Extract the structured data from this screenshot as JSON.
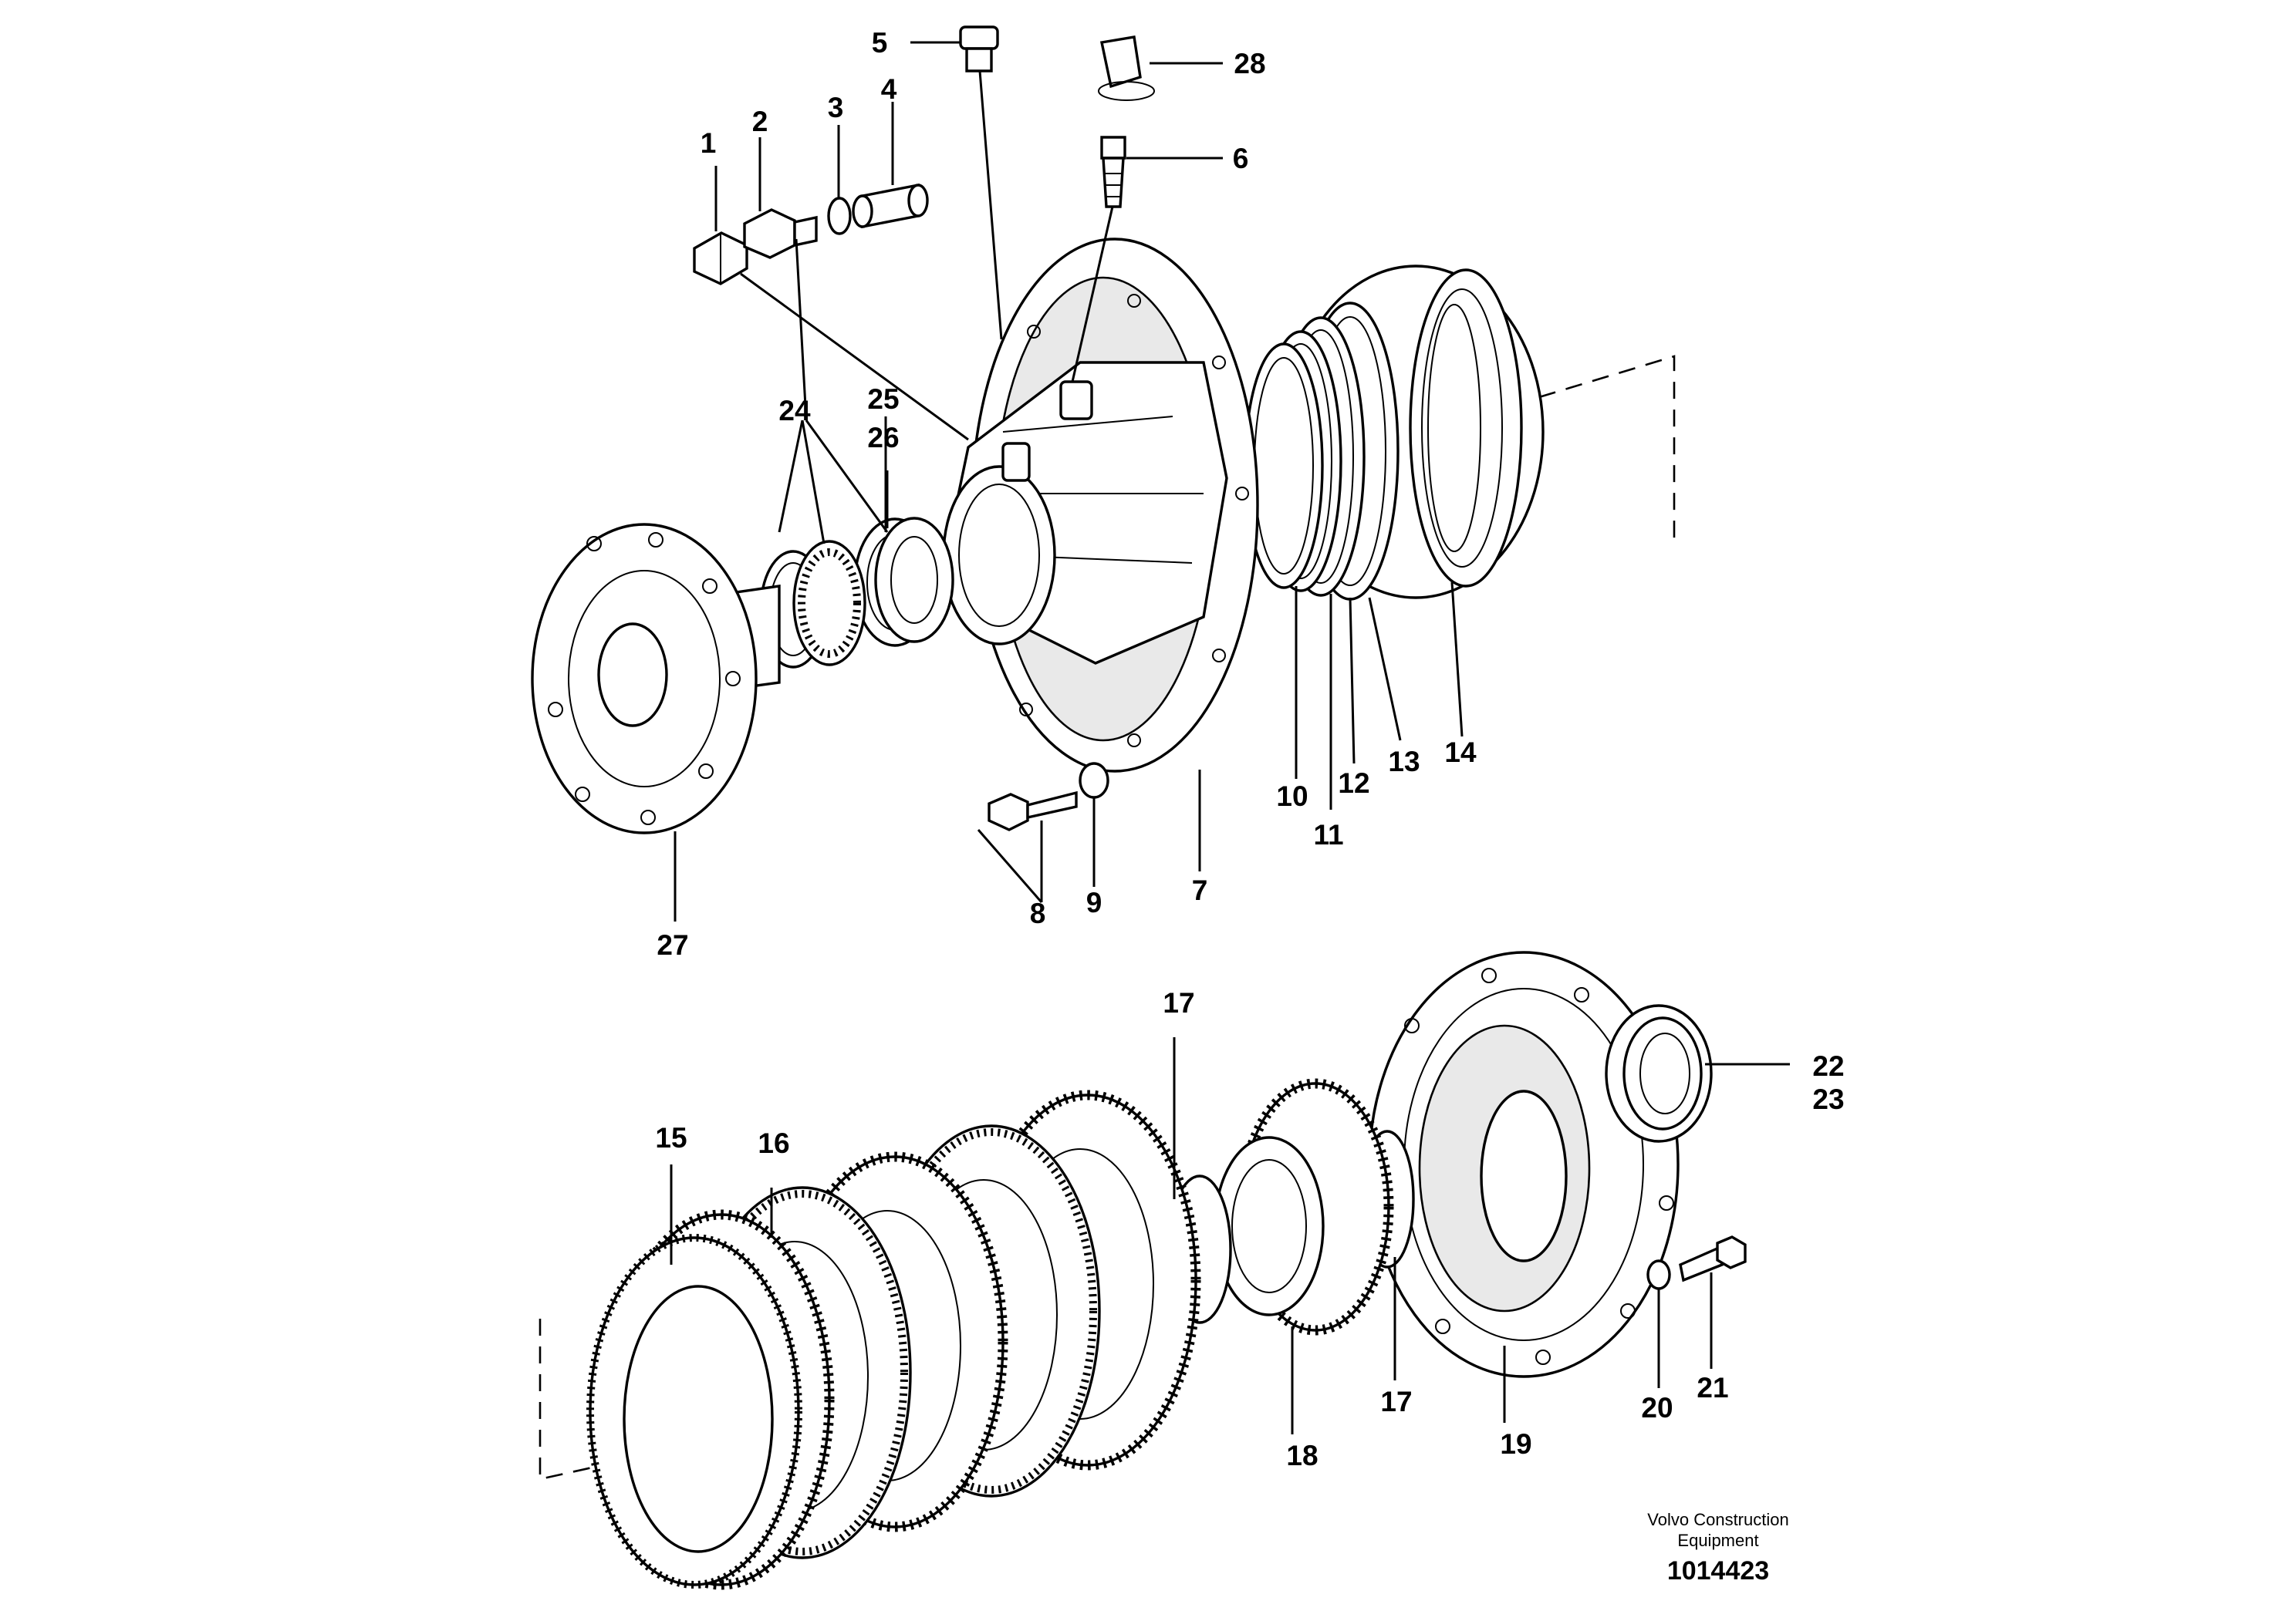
{
  "diagram": {
    "brand_line1": "Volvo Construction",
    "brand_line2": "Equipment",
    "drawing_number": "1014423",
    "callouts": {
      "c1": "1",
      "c2": "2",
      "c3": "3",
      "c4": "4",
      "c5": "5",
      "c6": "6",
      "c7": "7",
      "c8": "8",
      "c9": "9",
      "c10": "10",
      "c11": "11",
      "c12": "12",
      "c13": "13",
      "c14": "14",
      "c15": "15",
      "c16": "16",
      "c17a": "17",
      "c17b": "17",
      "c18": "18",
      "c19": "19",
      "c20": "20",
      "c21": "21",
      "c22": "22",
      "c23": "23",
      "c24": "24",
      "c25": "25",
      "c26": "26",
      "c27": "27",
      "c28": "28"
    }
  }
}
